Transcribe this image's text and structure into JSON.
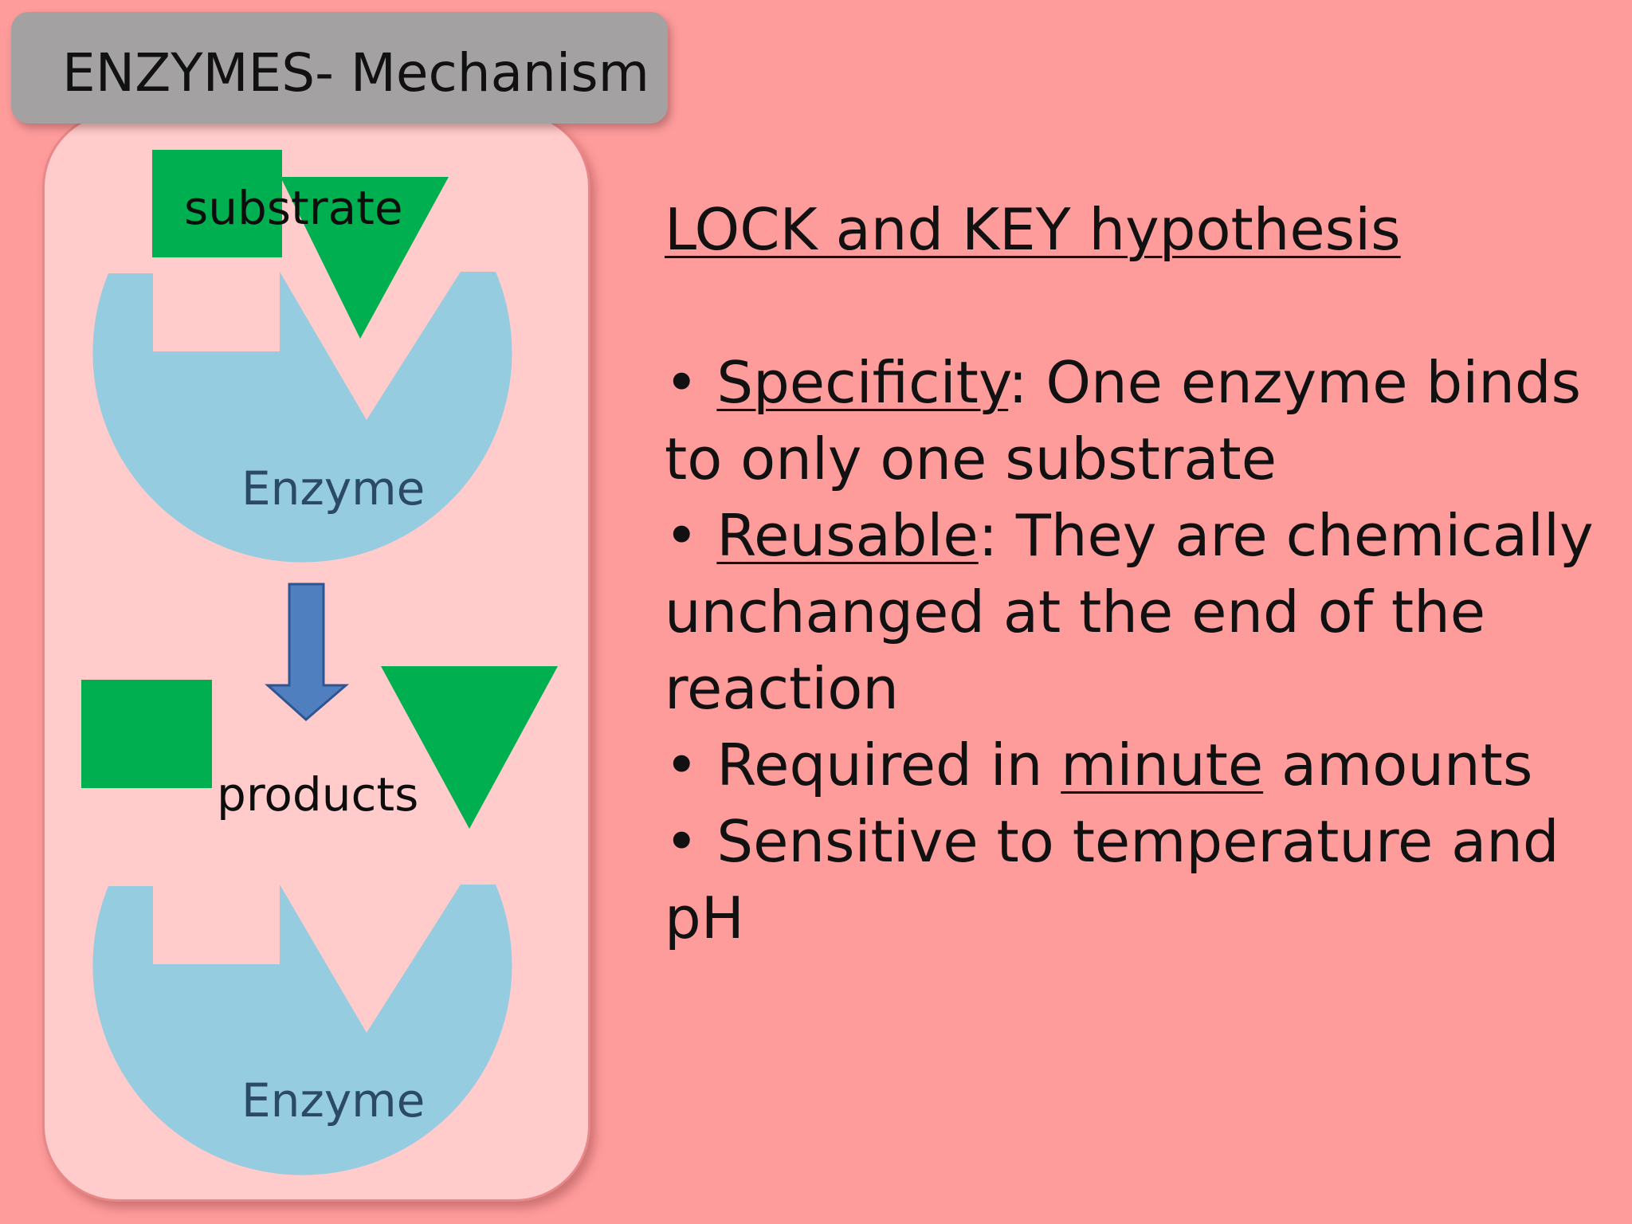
{
  "slide": {
    "title": "ENZYMES- Mechanism",
    "colors": {
      "background": "#fe9b9b",
      "panel": "#ffcbcb",
      "title_box": "#a3a1a1",
      "enzyme": "#95cce0",
      "substrate": "#00af50",
      "arrow_fill": "#4f7fbf",
      "arrow_stroke": "#2f5591"
    }
  },
  "diagram": {
    "substrate_label": "substrate",
    "enzyme_label_top": "Enzyme",
    "products_label": "products",
    "enzyme_label_bottom": "Enzyme"
  },
  "content": {
    "heading": "LOCK and KEY hypothesis",
    "bullets": [
      {
        "bullet": "•",
        "term": "Specificity",
        "rest": ": One enzyme binds to only one substrate"
      },
      {
        "bullet": "•",
        "term": "Reusable",
        "rest": ": They are chemically unchanged at the end of the reaction"
      },
      {
        "bullet": "•",
        "pre": "Required in ",
        "term": "minute",
        "rest": " amounts"
      },
      {
        "bullet": "•",
        "text": "Sensitive to temperature and pH"
      }
    ]
  }
}
